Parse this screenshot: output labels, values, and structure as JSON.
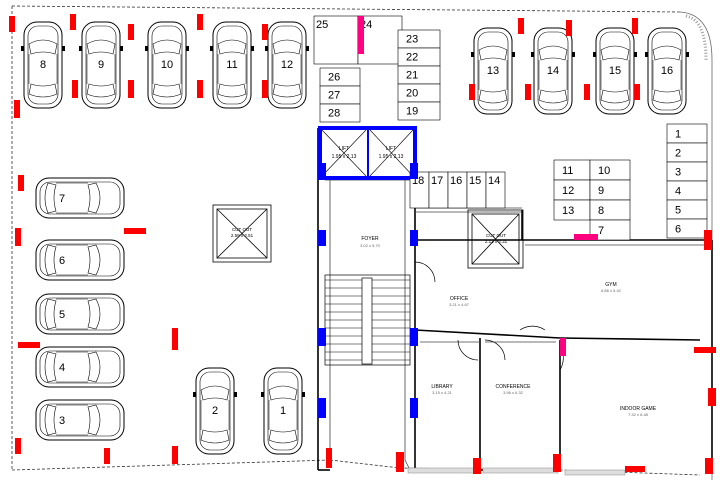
{
  "cars_vertical_top": [
    "8",
    "9",
    "10",
    "11",
    "12"
  ],
  "cars_vertical_right": [
    "13",
    "14",
    "15",
    "16"
  ],
  "cars_horizontal_left": [
    "7",
    "6",
    "5",
    "4",
    "3"
  ],
  "cars_vertical_bottom": [
    "2",
    "1"
  ],
  "slots_col_a": [
    "26",
    "27",
    "28"
  ],
  "slots_top_pair": [
    "25",
    "24"
  ],
  "slots_col_b": [
    "23",
    "22",
    "21",
    "20",
    "19"
  ],
  "slots_row_mid": [
    "18",
    "17",
    "16",
    "15",
    "14"
  ],
  "slots_grid_left": [
    "11",
    "12",
    "13"
  ],
  "slots_grid_right": [
    "10",
    "9",
    "8",
    "7"
  ],
  "slots_col_right": [
    "1",
    "2",
    "3",
    "4",
    "5",
    "6"
  ],
  "lift_left": {
    "label": "LIFT",
    "size": "1.95 x 2.13"
  },
  "lift_right": {
    "label": "LIFT",
    "size": "1.95 x 2.13"
  },
  "cutout_left": {
    "label": "CUT OUT",
    "size": "2.59 x 2.51"
  },
  "cutout_right": {
    "label": "CUT OUT",
    "size": "2.13 x 2.31"
  },
  "rooms": {
    "foyer": {
      "label": "FOYER",
      "size": "3.02 x 5.70"
    },
    "office": {
      "label": "OFFICE",
      "size": "3.21 x 4.67"
    },
    "gym": {
      "label": "GYM",
      "size": "6.86 x 5.42"
    },
    "library": {
      "label": "LIBRARY",
      "size": "3.15 x 4.21"
    },
    "conference": {
      "label": "CONFERENCE",
      "size": "3.96 x 6.32"
    },
    "indoor_game": {
      "label": "INDOOR GAME",
      "size": "7.32 x 6.48"
    }
  },
  "colors": {
    "column": "#ff0000",
    "blue_column": "#0000ff",
    "lift_wall": "#0000ff",
    "wall": "#000000"
  }
}
